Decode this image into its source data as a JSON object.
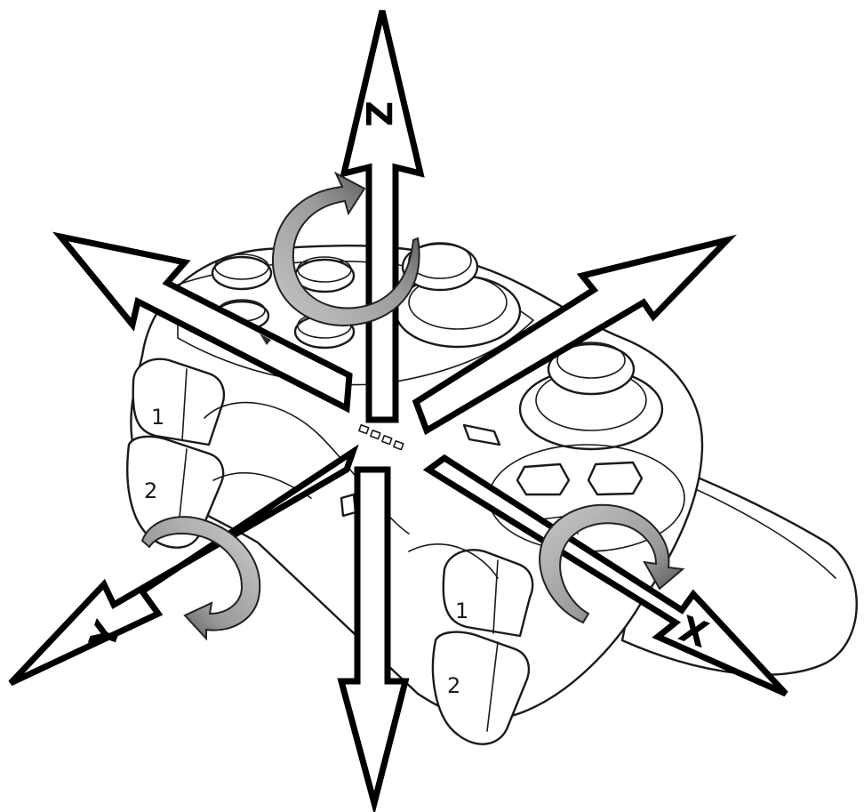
{
  "axes": {
    "z": {
      "label": "Z"
    },
    "y": {
      "label": "Y"
    },
    "x": {
      "label": "X"
    }
  },
  "shoulder_buttons": {
    "left": [
      "1",
      "2"
    ],
    "right": [
      "1",
      "2"
    ]
  },
  "colors": {
    "line": "#000000",
    "rotation_arrow_light": "#b5b5b5",
    "rotation_arrow_dark": "#3a3a3a",
    "background": "#ffffff"
  }
}
